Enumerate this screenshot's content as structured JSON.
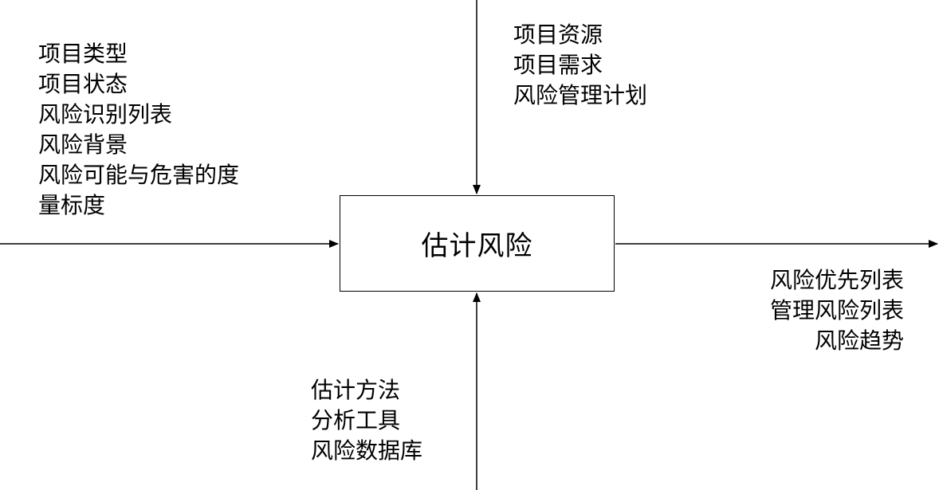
{
  "process": {
    "title": "估计风险"
  },
  "inputs": [
    "项目类型",
    "项目状态",
    "风险识别列表",
    "风险背景",
    "风险可能与危害的度",
    "量标度"
  ],
  "controls": [
    "项目资源",
    "项目需求",
    "风险管理计划"
  ],
  "outputs": [
    "风险优先列表",
    "管理风险列表",
    "风险趋势"
  ],
  "mechanisms": [
    "估计方法",
    "分析工具",
    "风险数据库"
  ],
  "colors": {
    "line": "#000000",
    "background": "#ffffff"
  }
}
